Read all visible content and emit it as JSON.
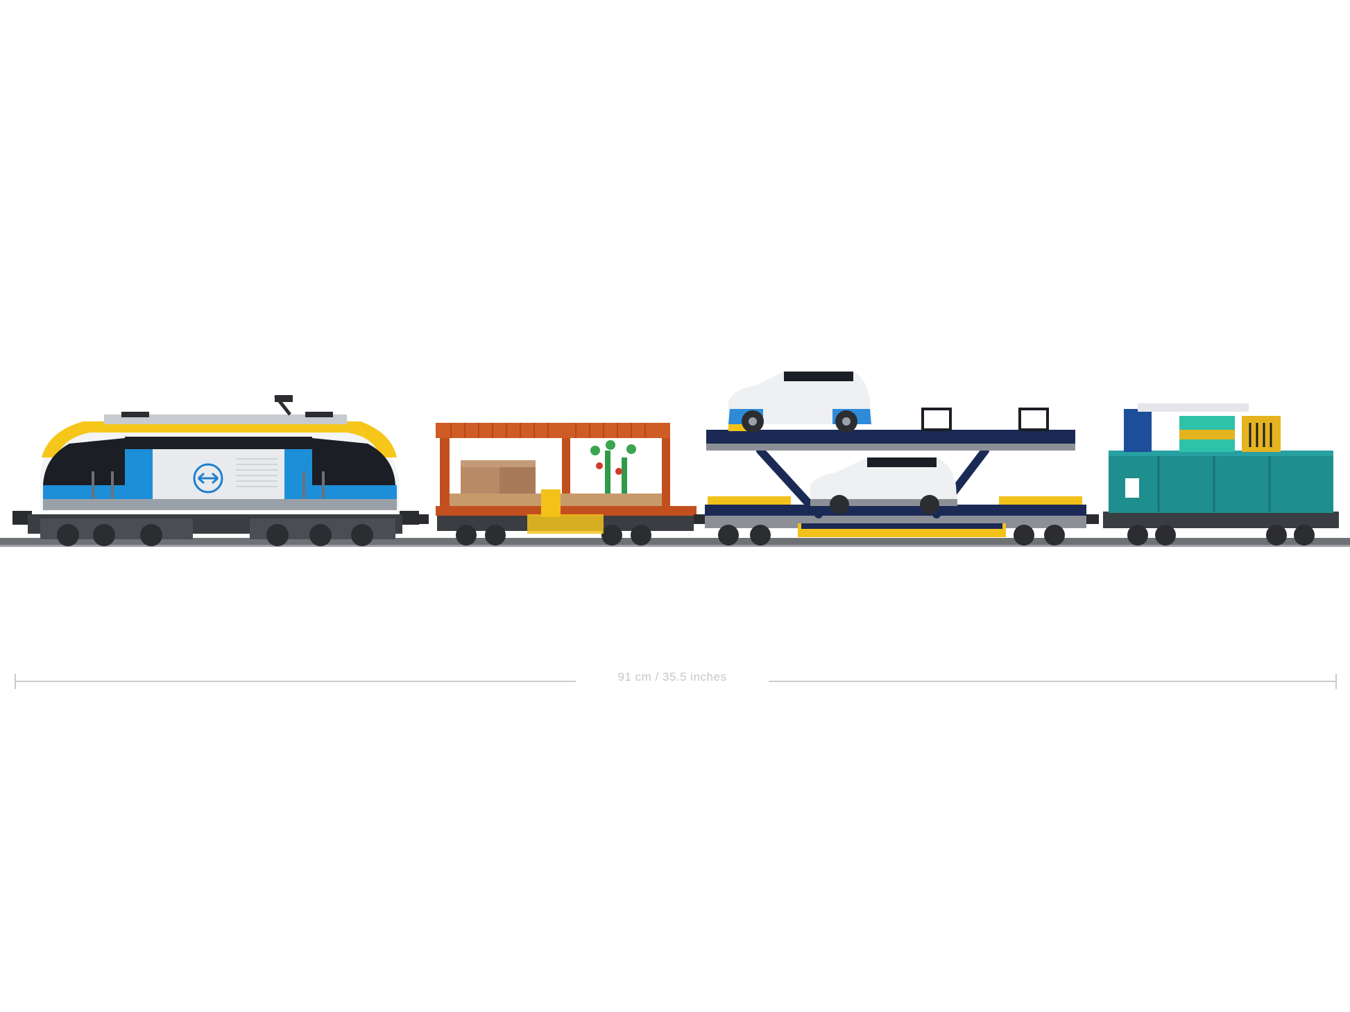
{
  "measurement": {
    "label": "91 cm / 35.5 inches"
  },
  "scene": {
    "cars": [
      {
        "name": "locomotive",
        "colors": {
          "body": "#f2f4f6",
          "accent_yellow": "#f6c71a",
          "accent_blue": "#1d8fd8",
          "window": "#1b1e24",
          "logo": "#1f7fd0"
        }
      },
      {
        "name": "cargo-wagon",
        "colors": {
          "frame": "#c2501f",
          "roof": "#cf5b25",
          "crate": "#b98a66",
          "plant": "#2f9a47",
          "deck": "#c79a6b"
        }
      },
      {
        "name": "car-transporter-wagon",
        "colors": {
          "deck": "#1b2a55",
          "edge": "#8c9096",
          "stripe": "#f2c21b",
          "car_white": "#eef0f2",
          "car_blue": "#2e8bd8"
        }
      },
      {
        "name": "container-wagon",
        "colors": {
          "container": "#1f8e8f",
          "label": "#ffffff",
          "cargo_yellow": "#e5b320",
          "cargo_teal": "#2ec2a9"
        }
      }
    ],
    "track": {
      "color": "#6e7277"
    },
    "background": "#ffffff"
  }
}
